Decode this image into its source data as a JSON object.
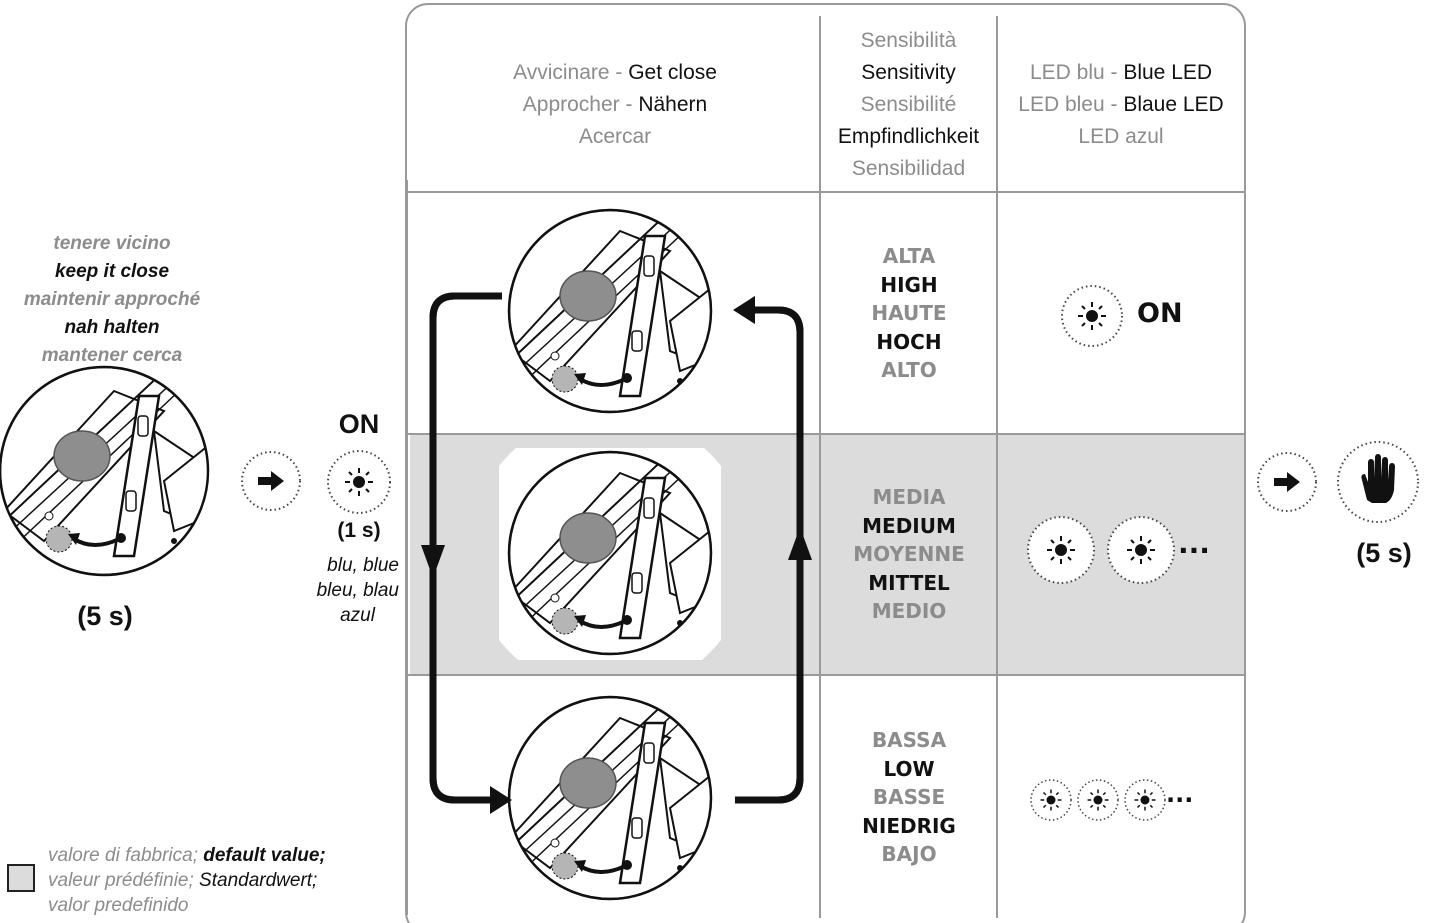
{
  "header": {
    "approach": [
      [
        {
          "t": "Avvicinare - ",
          "c": "grey"
        },
        {
          "t": "Get close",
          "c": "blk"
        }
      ],
      [
        {
          "t": "Approcher - ",
          "c": "grey"
        },
        {
          "t": "Nähern",
          "c": "blk"
        }
      ],
      [
        {
          "t": "Acercar",
          "c": "grey"
        }
      ]
    ],
    "sensitivity": [
      "Sensibilità",
      "Sensitivity",
      "Sensibilité",
      "Empfindlichkeit",
      "Sensibilidad"
    ],
    "led": [
      [
        {
          "t": "LED blu -  ",
          "c": "grey"
        },
        {
          "t": "Blue LED",
          "c": "blk"
        }
      ],
      [
        {
          "t": "LED bleu - ",
          "c": "grey"
        },
        {
          "t": "Blaue LED",
          "c": "blk"
        }
      ],
      [
        {
          "t": "LED azul",
          "c": "grey"
        }
      ]
    ]
  },
  "levels": {
    "high": [
      "ALTA",
      "HIGH",
      "HAUTE",
      "HOCH",
      "ALTO"
    ],
    "medium": [
      "MEDIA",
      "MEDIUM",
      "MOYENNE",
      "MITTEL",
      "MEDIO"
    ],
    "low": [
      "BASSA",
      "LOW",
      "BASSE",
      "NIEDRIG",
      "BAJO"
    ]
  },
  "led_states": {
    "high": "ON",
    "ellipsis": "..."
  },
  "left": {
    "hold": [
      "tenere vicino",
      "keep it close",
      "maintenir approché",
      "nah halten",
      "mantener cerca"
    ],
    "duration": "(5 s)"
  },
  "middle": {
    "on": "ON",
    "duration": "(1 s)",
    "colors": [
      "blu, blue",
      "bleu, blau",
      "azul"
    ]
  },
  "right": {
    "duration": "(5 s)"
  },
  "legend": [
    [
      {
        "t": "valore di fabbrica; ",
        "c": "grey"
      },
      {
        "t": "default value;",
        "c": "blk-b"
      }
    ],
    [
      {
        "t": "valeur prédéfinie; ",
        "c": "grey"
      },
      {
        "t": "Standardwert;",
        "c": "blk"
      }
    ],
    [
      {
        "t": "valor predefinido",
        "c": "grey"
      }
    ]
  ],
  "colors": {
    "default_band": "#dcdcdc",
    "frame": "#9a9a9a",
    "grey_text": "#8c8c8c"
  },
  "icons": [
    "right-arrow-icon",
    "led-sun-icon",
    "hand-stop-icon",
    "device-illustration",
    "cycle-arrows"
  ]
}
